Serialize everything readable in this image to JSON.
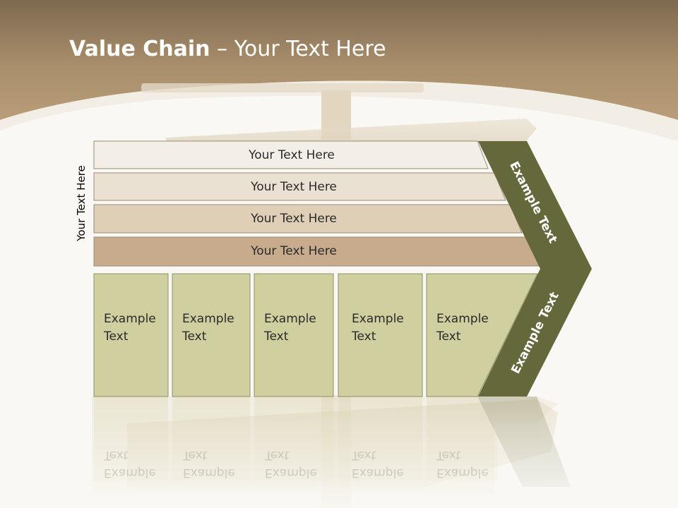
{
  "slide": {
    "title_bold": "Value Chain",
    "title_rest": " – Your Text Here"
  },
  "diagram": {
    "side_label": "Your Text Here",
    "bars": [
      "Your Text Here",
      "Your Text Here",
      "Your Text Here",
      "Your Text Here"
    ],
    "cells": [
      "Example\nText",
      "Example\nText",
      "Example\nText",
      "Example\nText",
      "Example\nText"
    ],
    "arrow_upper": "Example Text",
    "arrow_lower": "Example Text"
  },
  "colors": {
    "header_brown": "#9b8060",
    "bar_1": "#f3efe8",
    "bar_2": "#ebe1d2",
    "bar_3": "#e0cfb7",
    "bar_4": "#c7ab8c",
    "cell": "#cfcfa0",
    "arrow": "#65683a"
  }
}
